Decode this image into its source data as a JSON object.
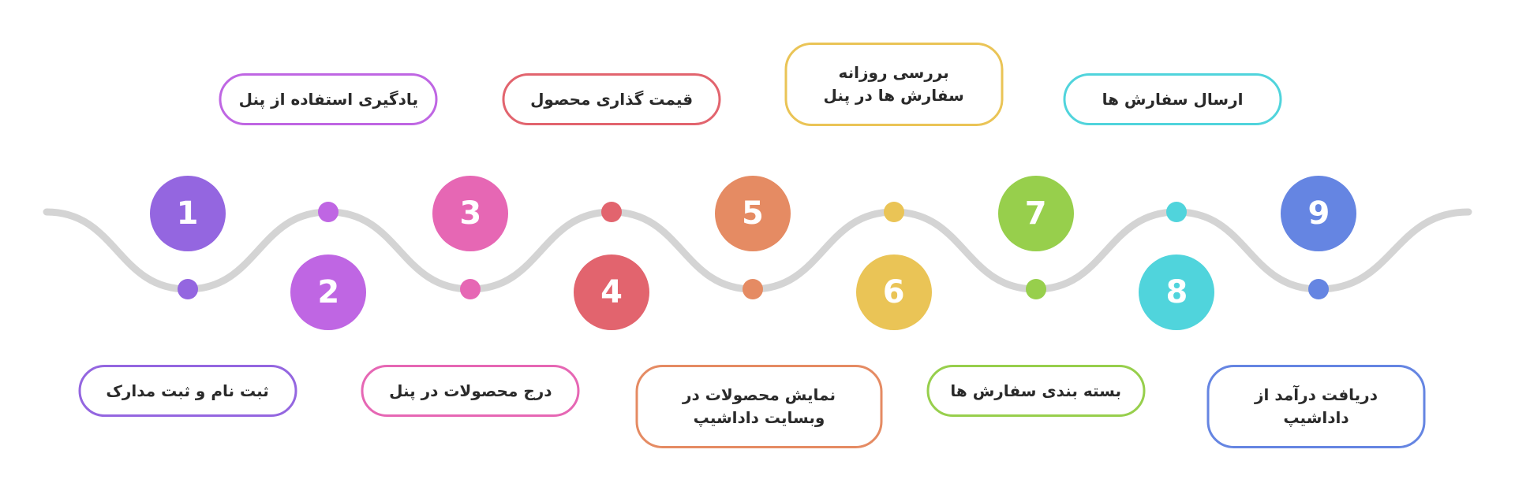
{
  "steps": [
    {
      "number": "1",
      "label": "ثبت نام و ثبت مدارک",
      "color": "#9466e0"
    },
    {
      "number": "2",
      "label": "یادگیری استفاده از پنل",
      "color": "#bf66e3"
    },
    {
      "number": "3",
      "label": "درج محصولات در پنل",
      "color": "#e667b4"
    },
    {
      "number": "4",
      "label": "قیمت گذاری محصول",
      "color": "#e2646e"
    },
    {
      "number": "5",
      "label": "نمایش محصولات در وبسایت داداشیپ",
      "color": "#e58b63"
    },
    {
      "number": "6",
      "label": "بررسی روزانه سفارش ها در پنل",
      "color": "#eac456"
    },
    {
      "number": "7",
      "label": "بسته بندی سفارش ها",
      "color": "#97cf4c"
    },
    {
      "number": "8",
      "label": "ارسال سفارش ها",
      "color": "#50d4dc"
    },
    {
      "number": "9",
      "label": "دریافت درآمد از داداشیپ",
      "color": "#6585e2"
    }
  ],
  "wave_color": "#d4d4d4"
}
